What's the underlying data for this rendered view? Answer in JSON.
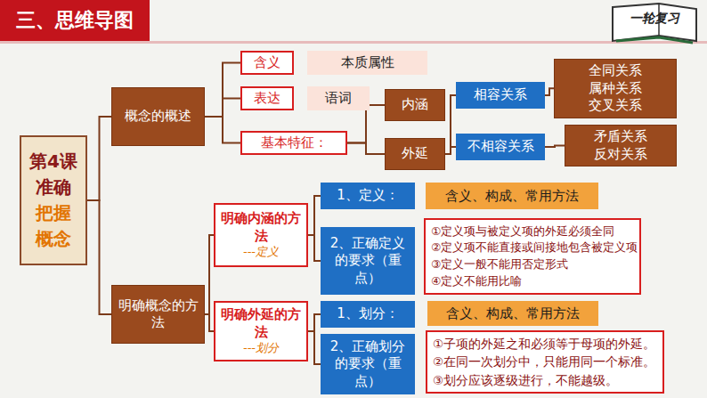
{
  "diagram": {
    "title": "三、思维导图",
    "nodes": [
      {
        "text": [
          "第4课",
          "准确",
          "把握",
          "概念"
        ]
      },
      {
        "text": [
          "概念的概述"
        ]
      },
      {
        "text": [
          "含义"
        ]
      },
      {
        "text": [
          "本质属性"
        ]
      },
      {
        "text": [
          "表达"
        ]
      },
      {
        "text": [
          "语词"
        ]
      },
      {
        "text": [
          "基本特征："
        ]
      },
      {
        "text": [
          "内涵"
        ]
      },
      {
        "text": [
          "外延"
        ]
      },
      {
        "text": [
          "相容关系"
        ]
      },
      {
        "text": [
          "全同关系",
          "属种关系",
          "交叉关系"
        ]
      },
      {
        "text": [
          "不相容关系"
        ]
      },
      {
        "text": [
          "矛盾关系",
          "反对关系"
        ]
      },
      {
        "text": [
          "明确概念的方法"
        ]
      },
      {
        "text": [
          "明确内涵的方法",
          "---定义"
        ]
      },
      {
        "text": [
          "1、定义："
        ]
      },
      {
        "text": [
          "含义、构成、常用方法"
        ]
      },
      {
        "text": [
          "2、正确定义的要求（重点）"
        ]
      },
      {
        "text": [
          "①定义项与被定义项的外延必须全同",
          "②定义项不能直接或间接地包含被定义项",
          "③定义一般不能用否定形式",
          "④定义不能用比喻"
        ]
      },
      {
        "text": [
          "明确外延的方法",
          "---划分"
        ]
      },
      {
        "text": [
          "1、划分："
        ]
      },
      {
        "text": [
          "含义、构成、常用方法"
        ]
      },
      {
        "text": [
          "2、正确划分的要求（重点）"
        ]
      },
      {
        "text": [
          "①子项的外延之和必须等于母项的外延。",
          "②在同一次划分中，只能用同一个标准。",
          "③划分应该逐级进行，不能越级。"
        ]
      }
    ],
    "edges": [
      {
        "from": 0,
        "to": 1,
        "arrow": "none"
      },
      {
        "from": 0,
        "to": 13,
        "arrow": "none"
      },
      {
        "from": 1,
        "to": 2,
        "arrow": "none"
      },
      {
        "from": 1,
        "to": 4,
        "arrow": "none"
      },
      {
        "from": 1,
        "to": 6,
        "arrow": "none"
      },
      {
        "from": 6,
        "to": 7,
        "arrow": "none"
      },
      {
        "from": 6,
        "to": 8,
        "arrow": "none"
      },
      {
        "from": 8,
        "to": 9,
        "arrow": "none"
      },
      {
        "from": 8,
        "to": 11,
        "arrow": "none"
      },
      {
        "from": 9,
        "to": 10,
        "arrow": "none"
      },
      {
        "from": 11,
        "to": 12,
        "arrow": "none"
      },
      {
        "from": 13,
        "to": 14,
        "arrow": "none"
      },
      {
        "from": 13,
        "to": 19,
        "arrow": "none"
      },
      {
        "from": 14,
        "to": 15,
        "arrow": "none"
      },
      {
        "from": 14,
        "to": 17,
        "arrow": "none"
      },
      {
        "from": 19,
        "to": 20,
        "arrow": "none"
      },
      {
        "from": 19,
        "to": 22,
        "arrow": "none"
      }
    ],
    "labels": [
      "一轮复习"
    ]
  }
}
